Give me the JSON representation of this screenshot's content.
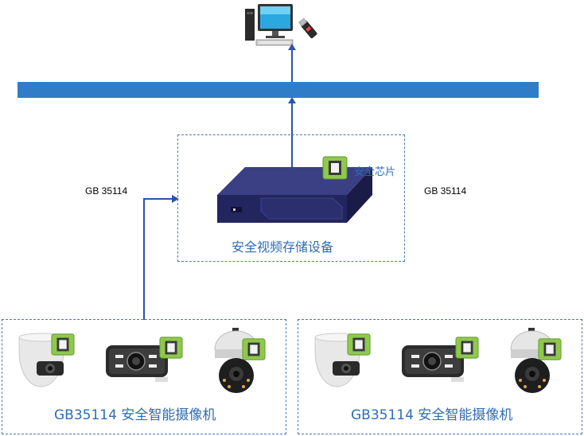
{
  "network": {
    "bus_color": "#2f7dc8",
    "arrow_color": "#2a55a8"
  },
  "labels": {
    "protocol_left": "GB 35114",
    "protocol_right": "GB 35114",
    "chip_label": "安全芯片",
    "storage_label": "安全视频存储设备",
    "camera_group_left": "GB35114 安全智能摄像机",
    "camera_group_right": "GB35114 安全智能摄像机"
  },
  "icons": {
    "workstation": "computer-icon",
    "usb_key": "usb-key-icon",
    "chip": "security-chip-icon",
    "nvr": "nvr-device-icon",
    "dome_camera": "dome-camera-icon",
    "bullet_camera": "bullet-camera-icon",
    "ptz_camera": "ptz-camera-icon"
  }
}
